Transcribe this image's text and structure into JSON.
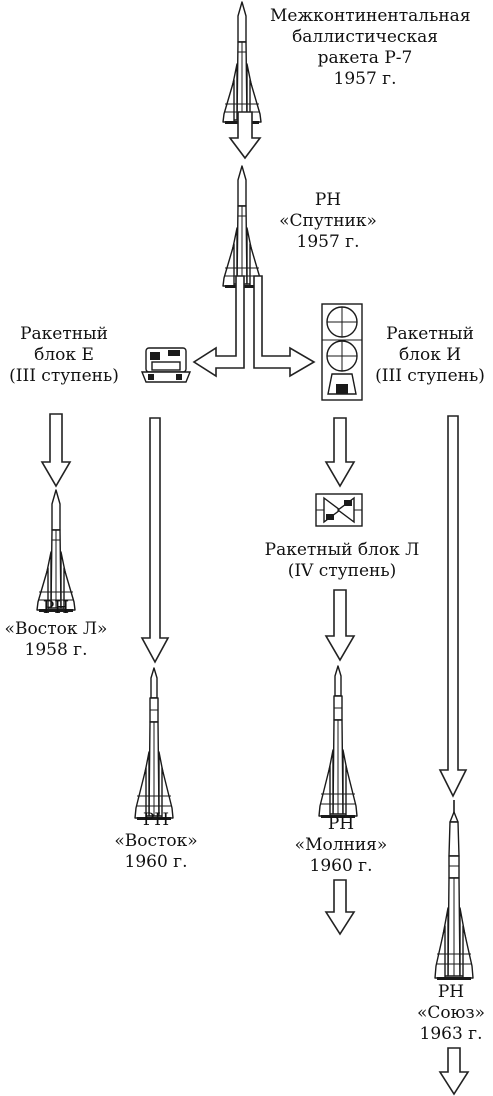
{
  "nodes": {
    "r7": {
      "lines": [
        "Межконтинентальная",
        "баллистическая",
        "ракета Р-7",
        "1957 г."
      ]
    },
    "sputnik": {
      "lines": [
        "РН",
        "«Спутник»",
        "1957 г."
      ]
    },
    "block_e": {
      "lines": [
        "Ракетный",
        "блок Е",
        "(III ступень)"
      ]
    },
    "block_i": {
      "lines": [
        "Ракетный",
        "блок И",
        "(III ступень)"
      ]
    },
    "vostok_l": {
      "lines": [
        "РН",
        "«Восток Л»",
        "1958 г."
      ]
    },
    "block_l": {
      "lines": [
        "Ракетный блок Л",
        "(IV ступень)"
      ]
    },
    "vostok": {
      "lines": [
        "РН",
        "«Восток»",
        "1960 г."
      ]
    },
    "molniya": {
      "lines": [
        "РН",
        "«Молния»",
        "1960 г."
      ]
    },
    "soyuz": {
      "lines": [
        "РН",
        "«Союз»",
        "1963 г."
      ]
    }
  }
}
